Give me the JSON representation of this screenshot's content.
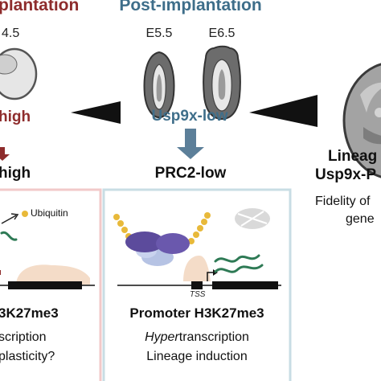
{
  "header": {
    "pre_implantation": "plantation",
    "post_implantation": "Post-implantation"
  },
  "stages": {
    "e45": "4.5",
    "e55": "E5.5",
    "e65": "E6.5"
  },
  "levels": {
    "left_high": "high",
    "center": "Usp9x-low",
    "right_top": "Lineag",
    "right_bottom": "Usp9x-P"
  },
  "states": {
    "left": "high",
    "center": "PRC2-low"
  },
  "left_panel": {
    "ubiquitin": "Ubiquitin",
    "mark": "3K27me3",
    "line1": "scription",
    "line2": "plasticity?"
  },
  "center_panel": {
    "tss": "TSS",
    "mark": "Promoter H3K27me3",
    "line1_italic": "Hyper",
    "line1_rest": "transcription",
    "line2": "Lineage induction"
  },
  "right_panel": {
    "line1": "Fidelity of",
    "line2": "gene"
  },
  "colors": {
    "dark_red": "#8e2c2c",
    "teal": "#3e6e8a",
    "arrow": "#5c7f99",
    "left_panel_border": "#f2c9c9",
    "center_panel_border": "#c8dde4",
    "ubiquitin": "#e8b93a",
    "prc2_dark": "#5c4b9c",
    "prc2_light": "#b6c3e4",
    "nucleosome": "#f4dcc8",
    "rna": "#2e7a55"
  }
}
